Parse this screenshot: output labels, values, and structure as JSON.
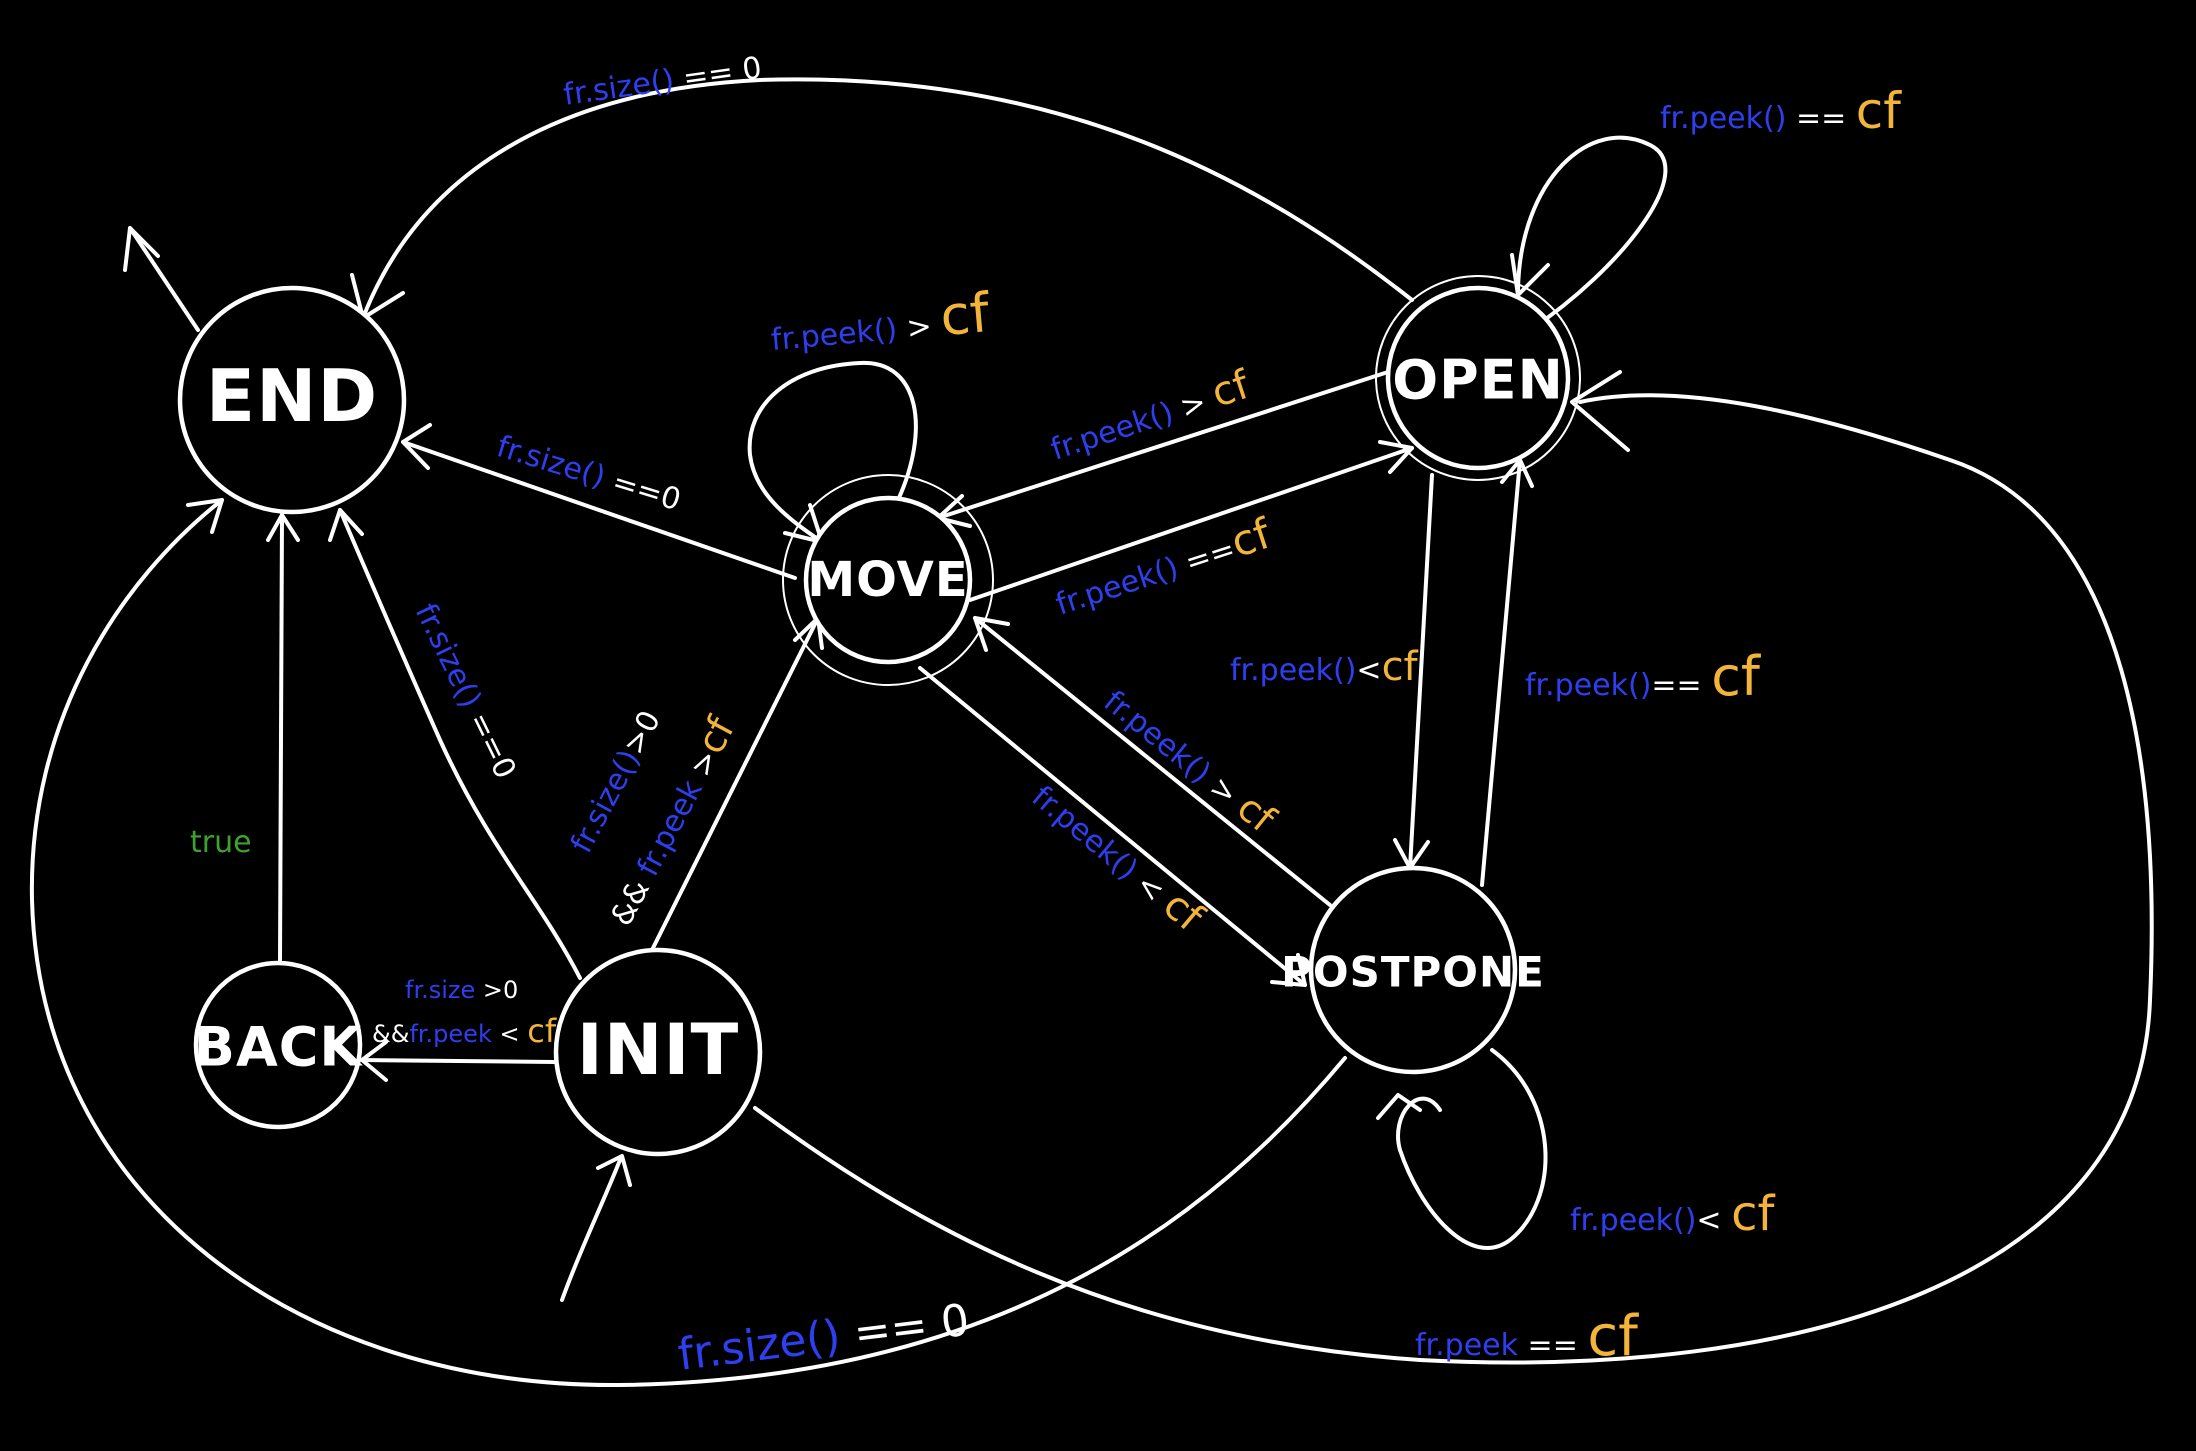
{
  "colors": {
    "background": "#000000",
    "stroke": "#ffffff",
    "variable": "#2e3ff0",
    "constant": "#f2b53a",
    "always": "#3fa02e"
  },
  "states": {
    "end": "END",
    "move": "MOVE",
    "open": "OPEN",
    "back": "BACK",
    "init": "INIT",
    "postpone": "POSTPONE"
  },
  "guards": {
    "open_end": {
      "var": "fr.size()",
      "op": " == 0",
      "cf": ""
    },
    "open_self": {
      "var": "fr.peek()",
      "op": " == ",
      "cf": "cf"
    },
    "move_self": {
      "var": "fr.peek()",
      "op": " > ",
      "cf": "cf"
    },
    "open_move": {
      "var": "fr.peek()",
      "op": " > ",
      "cf": "cf"
    },
    "move_end": {
      "var": "fr.size()",
      "op": " ==0",
      "cf": ""
    },
    "move_open": {
      "var": "fr.peek()",
      "op": " ==",
      "cf": "cf"
    },
    "open_postpone": {
      "var": "fr.peek()",
      "op": "<",
      "cf": "cf"
    },
    "postpone_open": {
      "var": "fr.peek()",
      "op": "== ",
      "cf": "cf"
    },
    "init_end": {
      "var": "fr.size()",
      "op": " ==0",
      "cf": ""
    },
    "init_move_1": {
      "var": "fr.size()",
      "op": ">0",
      "cf": ""
    },
    "init_move_2": {
      "pre": "&& ",
      "var": "fr.peek",
      "op": " >",
      "cf": "cf"
    },
    "postpone_move": {
      "var": "fr.peek()",
      "op": " > ",
      "cf": "cf"
    },
    "move_postpone": {
      "var": "fr.peek()",
      "op": " < ",
      "cf": "cf"
    },
    "back_end": {
      "label": "true"
    },
    "init_back_1": {
      "var": "fr.size",
      "op": " >0",
      "cf": ""
    },
    "init_back_2": {
      "pre": "&&",
      "var": "fr.peek",
      "op": " < ",
      "cf": "cf"
    },
    "postpone_self": {
      "var": "fr.peek()",
      "op": "< ",
      "cf": "cf"
    },
    "postpone_end": {
      "var": "fr.size()",
      "op": " == 0",
      "cf": ""
    },
    "init_open": {
      "var": "fr.peek",
      "op": " == ",
      "cf": "cf"
    }
  }
}
